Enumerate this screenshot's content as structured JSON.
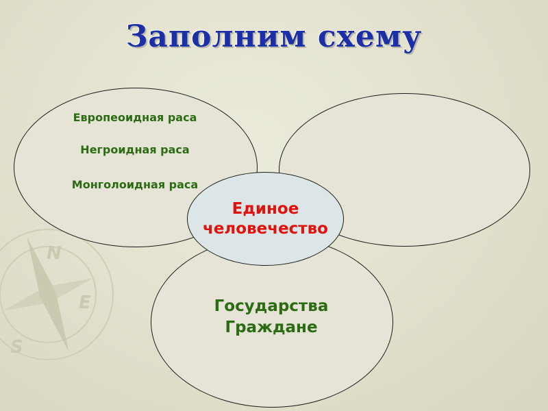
{
  "slide": {
    "title": "Заполним  схему",
    "colors": {
      "title": "#1c2fa6",
      "green_text": "#2b6b12",
      "center_text": "#e0120d",
      "background": "#e2e1cd",
      "ellipse_fill": "#e5e4d6",
      "center_fill": "#dde6e6"
    },
    "left_ellipse": {
      "items": [
        "Европеоидная раса",
        "Негроидная раса",
        "Монголоидная раса"
      ]
    },
    "right_ellipse": {
      "items": []
    },
    "center_ellipse": {
      "label": "Единое человечество"
    },
    "bottom_ellipse": {
      "line1": "Государства",
      "line2": "Граждане"
    }
  }
}
